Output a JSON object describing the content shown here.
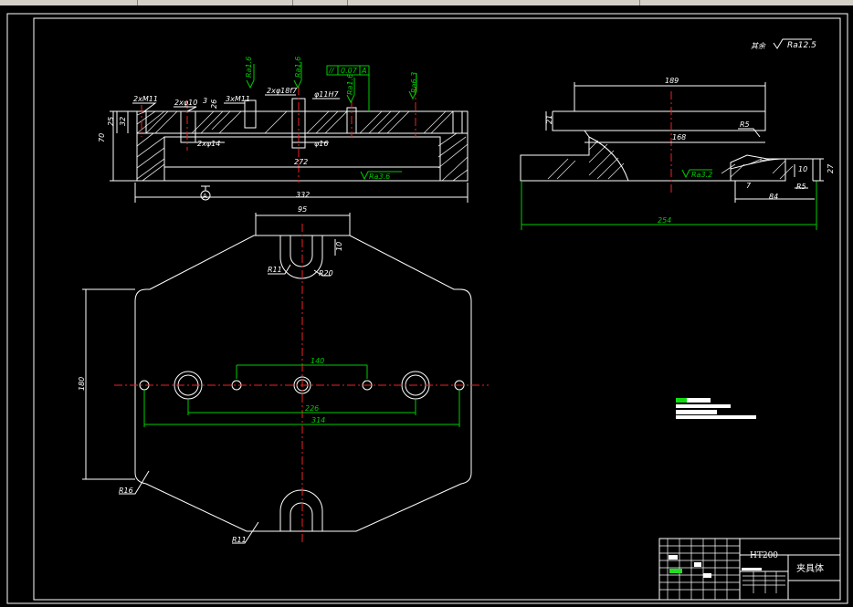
{
  "window": {
    "title_bar": ""
  },
  "drawing": {
    "roughness_note_label": "其余",
    "roughness_note_value": "Ra12.5",
    "material": "HT200",
    "part_name": "夹具体",
    "datum": "A",
    "front_view": {
      "dims": {
        "overall_width": "332",
        "inner_width": "272",
        "height": "70",
        "step_25": "25",
        "step_32": "32",
        "thread": "2xM11",
        "hole_10": "2xφ10",
        "dim_3": "3",
        "dim_26": "26",
        "thread2": "3xM11",
        "fit": "2xφ18f7",
        "bore": "φ11H7",
        "hole_14": "2xφ14",
        "hole_16": "φ16",
        "tol_frame_sym": "//",
        "tol_frame_val": "0.07",
        "tol_frame_ref": "A",
        "ra_a": "Ra1.6",
        "ra_b": "Ra1.6",
        "ra_c": "Ra1.6",
        "ra_d": "Ra6.3",
        "ra_bottom": "Ra3.6"
      }
    },
    "side_view": {
      "dims": {
        "top_length": "189",
        "mid_length": "168",
        "overall": "254",
        "left_h": "21",
        "r_top": "R5",
        "r_bottom": "R5",
        "right_h": "27",
        "small_h": "10",
        "right_w": "84",
        "small_w": "7",
        "ra": "Ra3.2"
      }
    },
    "top_view": {
      "dims": {
        "slot_w": "95",
        "slot_d": "10",
        "r_slot": "R11",
        "r_slot2": "R20",
        "width_y": "180",
        "span_140": "140",
        "span_226": "226",
        "span_314": "314",
        "r_corner": "R16",
        "r_bottom": "R11"
      }
    }
  }
}
